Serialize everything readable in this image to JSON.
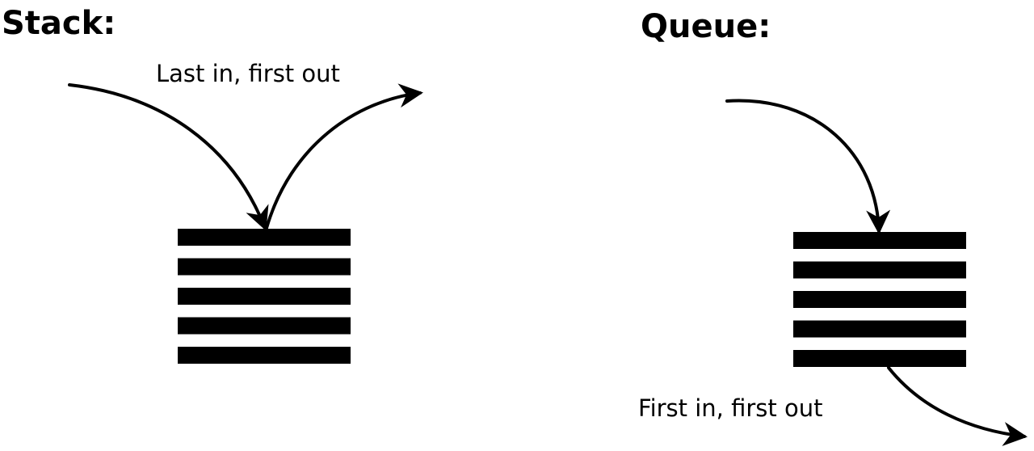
{
  "stack": {
    "title": "Stack:",
    "caption": "Last in, first out",
    "item_count": 5
  },
  "queue": {
    "title": "Queue:",
    "caption": "First in, first out",
    "item_count": 5
  },
  "colors": {
    "ink": "#000000",
    "background": "#ffffff"
  }
}
